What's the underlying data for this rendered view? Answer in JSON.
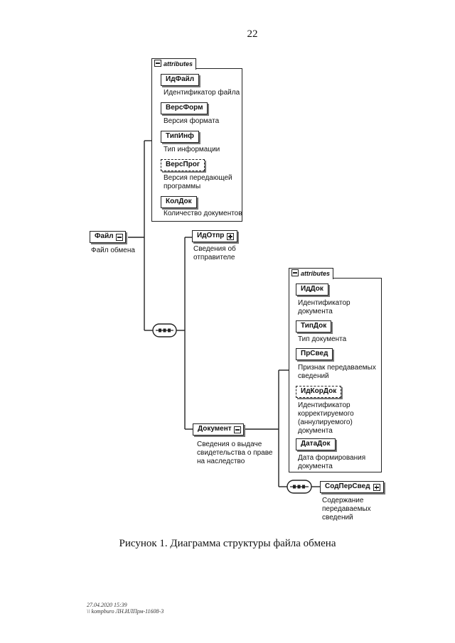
{
  "page_number": "22",
  "root": {
    "name": "Файл",
    "desc": "Файл обмена"
  },
  "file_attributes": {
    "tab": "attributes",
    "items": [
      {
        "name": "ИдФайл",
        "desc": "Идентификатор файла",
        "optional": false
      },
      {
        "name": "ВерсФорм",
        "desc": "Версия формата",
        "optional": false
      },
      {
        "name": "ТипИнф",
        "desc": "Тип информации",
        "optional": false
      },
      {
        "name": "ВерсПрог",
        "desc_lines": [
          "Версия передающей",
          "программы"
        ],
        "optional": true
      },
      {
        "name": "КолДок",
        "desc": "Количество документов",
        "optional": false
      }
    ]
  },
  "sender": {
    "name": "ИдОтпр",
    "desc_lines": [
      "Сведения об",
      "отправителе"
    ]
  },
  "document": {
    "name": "Документ",
    "desc_lines": [
      "Сведения о выдаче",
      "свидетельства о праве",
      "на наследство"
    ]
  },
  "document_attributes": {
    "tab": "attributes",
    "items": [
      {
        "name": "ИдДок",
        "desc_lines": [
          "Идентификатор",
          "документа"
        ],
        "optional": false
      },
      {
        "name": "ТипДок",
        "desc_lines": [
          "Тип документа"
        ],
        "optional": false
      },
      {
        "name": "ПрСвед",
        "desc_lines": [
          "Признак передаваемых",
          "сведений"
        ],
        "optional": false
      },
      {
        "name": "ИдКорДок",
        "desc_lines": [
          "Идентификатор",
          "корректируемого",
          "(аннулируемого)",
          "документа"
        ],
        "optional": true
      },
      {
        "name": "ДатаДок",
        "desc_lines": [
          "Дата формирования",
          "документа"
        ],
        "optional": false
      }
    ]
  },
  "content": {
    "name": "СодПерСвед",
    "desc_lines": [
      "Содержание",
      "передаваемых",
      "сведений"
    ]
  },
  "caption": "Рисунок 1. Диаграмма структуры файла обмена",
  "stamp_lines": [
    "27.04.2020 15:39",
    "\\\\ kompburo ЛН.ИЛПрм-11608-3"
  ],
  "colors": {
    "line": "#222222",
    "shadow": "#777777",
    "background": "#ffffff"
  }
}
